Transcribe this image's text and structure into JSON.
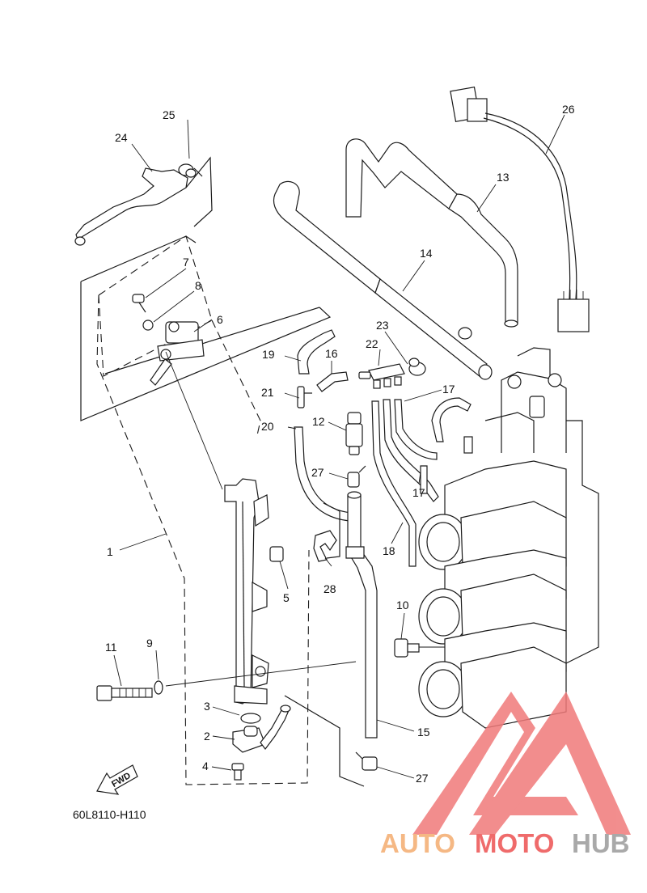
{
  "diagram": {
    "callouts": [
      "1",
      "2",
      "3",
      "4",
      "5",
      "6",
      "7",
      "8",
      "9",
      "10",
      "11",
      "12",
      "13",
      "14",
      "15",
      "16",
      "17",
      "17",
      "18",
      "19",
      "20",
      "21",
      "22",
      "23",
      "24",
      "25",
      "26",
      "27",
      "27",
      "28"
    ],
    "drawing_code": "60L8110-H110",
    "fwd_label": "FWD"
  },
  "watermark": {
    "part1": "AUTO",
    "part2": "MOTO",
    "part3": "HUB",
    "colors": {
      "auto": "#f5b884",
      "moto": "#ef6b6b",
      "hub": "#a9a9a9",
      "logo": "#f07a7a"
    }
  },
  "colors": {
    "line": "#1a1a1a",
    "background": "#ffffff"
  }
}
